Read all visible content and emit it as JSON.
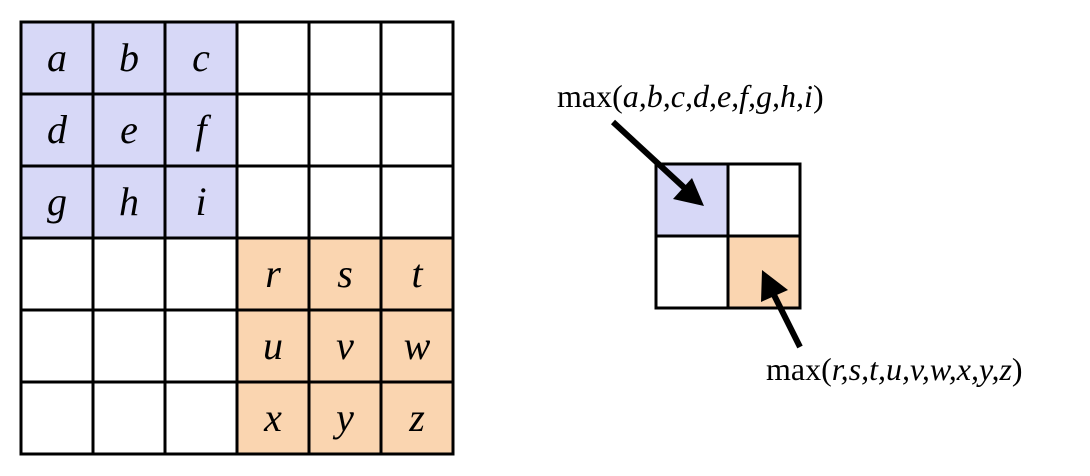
{
  "colors": {
    "highlight_a": "#d7d8f7",
    "highlight_b": "#fad5b0",
    "grid_line": "#000000",
    "background": "#ffffff"
  },
  "input_grid": {
    "rows": 6,
    "cols": 6,
    "cells": [
      [
        "a",
        "b",
        "c",
        "",
        "",
        ""
      ],
      [
        "d",
        "e",
        "f",
        "",
        "",
        ""
      ],
      [
        "g",
        "h",
        "i",
        "",
        "",
        ""
      ],
      [
        "",
        "",
        "",
        "r",
        "s",
        "t"
      ],
      [
        "",
        "",
        "",
        "u",
        "v",
        "w"
      ],
      [
        "",
        "",
        "",
        "x",
        "y",
        "z"
      ]
    ],
    "highlighted_blocks": [
      {
        "rows": [
          0,
          2
        ],
        "cols": [
          0,
          2
        ],
        "color_key": "highlight_a"
      },
      {
        "rows": [
          3,
          5
        ],
        "cols": [
          3,
          5
        ],
        "color_key": "highlight_b"
      }
    ]
  },
  "output_grid": {
    "rows": 2,
    "cols": 2,
    "highlighted_cells": [
      {
        "row": 0,
        "col": 0,
        "color_key": "highlight_a"
      },
      {
        "row": 1,
        "col": 1,
        "color_key": "highlight_b"
      }
    ]
  },
  "labels": {
    "top": {
      "prefix": "max(",
      "args": "a,b,c,d,e,f,g,h,i",
      "suffix": ")"
    },
    "bottom": {
      "prefix": "max(",
      "args": "r,s,t,u,v,w,x,y,z",
      "suffix": ")"
    }
  }
}
